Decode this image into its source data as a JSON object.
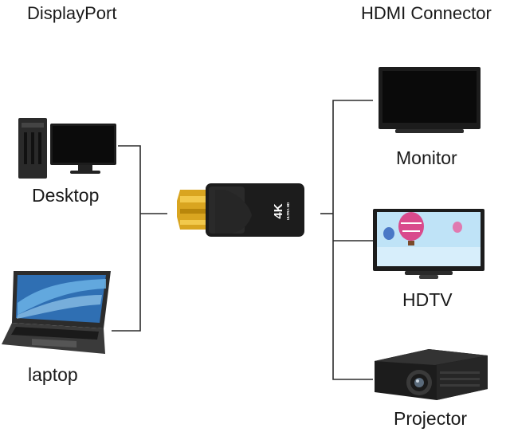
{
  "headings": {
    "source": "DisplayPort",
    "target": "HDMI Connector"
  },
  "sources": [
    {
      "label": "Desktop",
      "icon": "desktop-computer-icon"
    },
    {
      "label": "laptop",
      "icon": "laptop-icon"
    }
  ],
  "adapter": {
    "badge": "4K",
    "sub_badge": "ULTRA HD",
    "icon": "displayport-to-hdmi-adapter-icon"
  },
  "targets": [
    {
      "label": "Monitor",
      "icon": "monitor-icon"
    },
    {
      "label": "HDTV",
      "icon": "hdtv-icon"
    },
    {
      "label": "Projector",
      "icon": "projector-icon"
    }
  ],
  "colors": {
    "line": "#2b2b2b",
    "device_black": "#1c1c1c",
    "gold": "#d9a520",
    "sky": "#bfe3f7"
  }
}
